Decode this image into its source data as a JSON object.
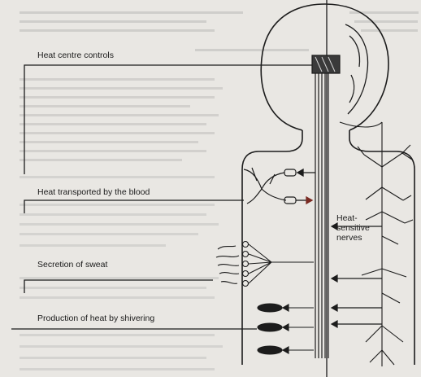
{
  "labels": {
    "heat_centre": "Heat centre controls",
    "blood": "Heat transported by the blood",
    "sweat": "Secretion of sweat",
    "shivering": "Production of heat by shivering",
    "nerves": "Heat-\nsensitive\nnerves"
  },
  "colors": {
    "paper": "#e9e7e3",
    "ink": "#1c1c1c",
    "heat_centre_fill": "#3a3a3a"
  },
  "icons": [
    "heat-centre-block",
    "blood-vessel-branch",
    "sweat-gland",
    "muscle-fibre"
  ]
}
